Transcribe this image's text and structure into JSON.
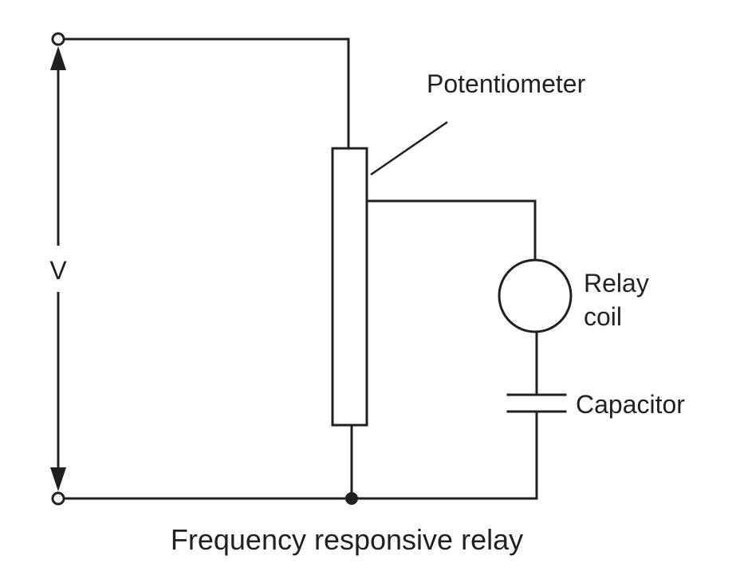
{
  "diagram": {
    "title": "Frequency responsive relay",
    "components": {
      "potentiometer": {
        "label": "Potentiometer"
      },
      "relay_coil": {
        "label_line1": "Relay",
        "label_line2": "coil"
      },
      "capacitor": {
        "label": "Capacitor"
      },
      "supply": {
        "label": "V"
      }
    },
    "colors": {
      "line": "#231f20",
      "background": "#ffffff"
    }
  }
}
